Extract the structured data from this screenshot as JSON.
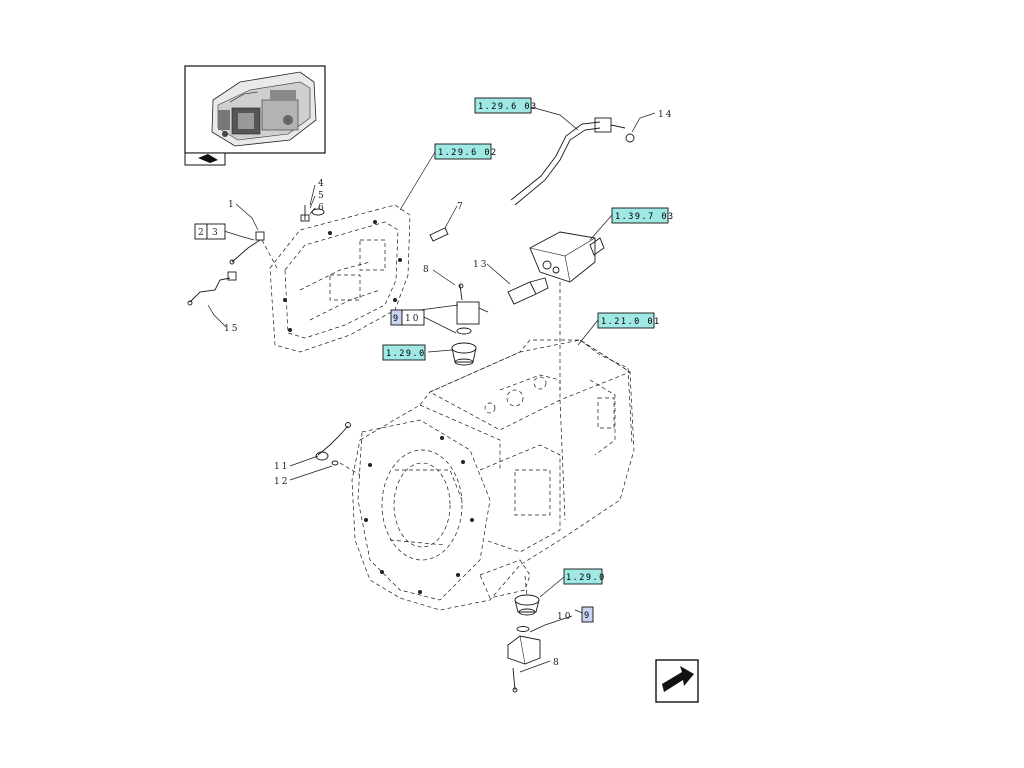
{
  "refs": {
    "ref_top_pipe": "1.29.6 03",
    "ref_top_plate": "1.29.6 02",
    "ref_valve": "1.39.7 03",
    "ref_housing": "1.21.0 01",
    "ref_cap_left": "1.29.0",
    "ref_cap_bottom": "1.29.0",
    "ref_small_9a": "9",
    "ref_small_9b": "9"
  },
  "callouts": {
    "c1": "1",
    "c2": "2",
    "c3": "3",
    "c4": "4",
    "c5": "5",
    "c6": "6",
    "c7": "7",
    "c8a": "8",
    "c8b": "8",
    "c10a": "10",
    "c10b": "10",
    "c11": "11",
    "c12": "12",
    "c13": "13",
    "c14": "14",
    "c15": "15"
  },
  "colors": {
    "ref_box_fill": "#9fe8e4",
    "small_box_fill": "#c9d4f2",
    "line": "#1a1a1a"
  },
  "icons": {
    "thumbnail": "assembly-thumbnail-icon",
    "next_page": "next-page-arrow-icon"
  }
}
